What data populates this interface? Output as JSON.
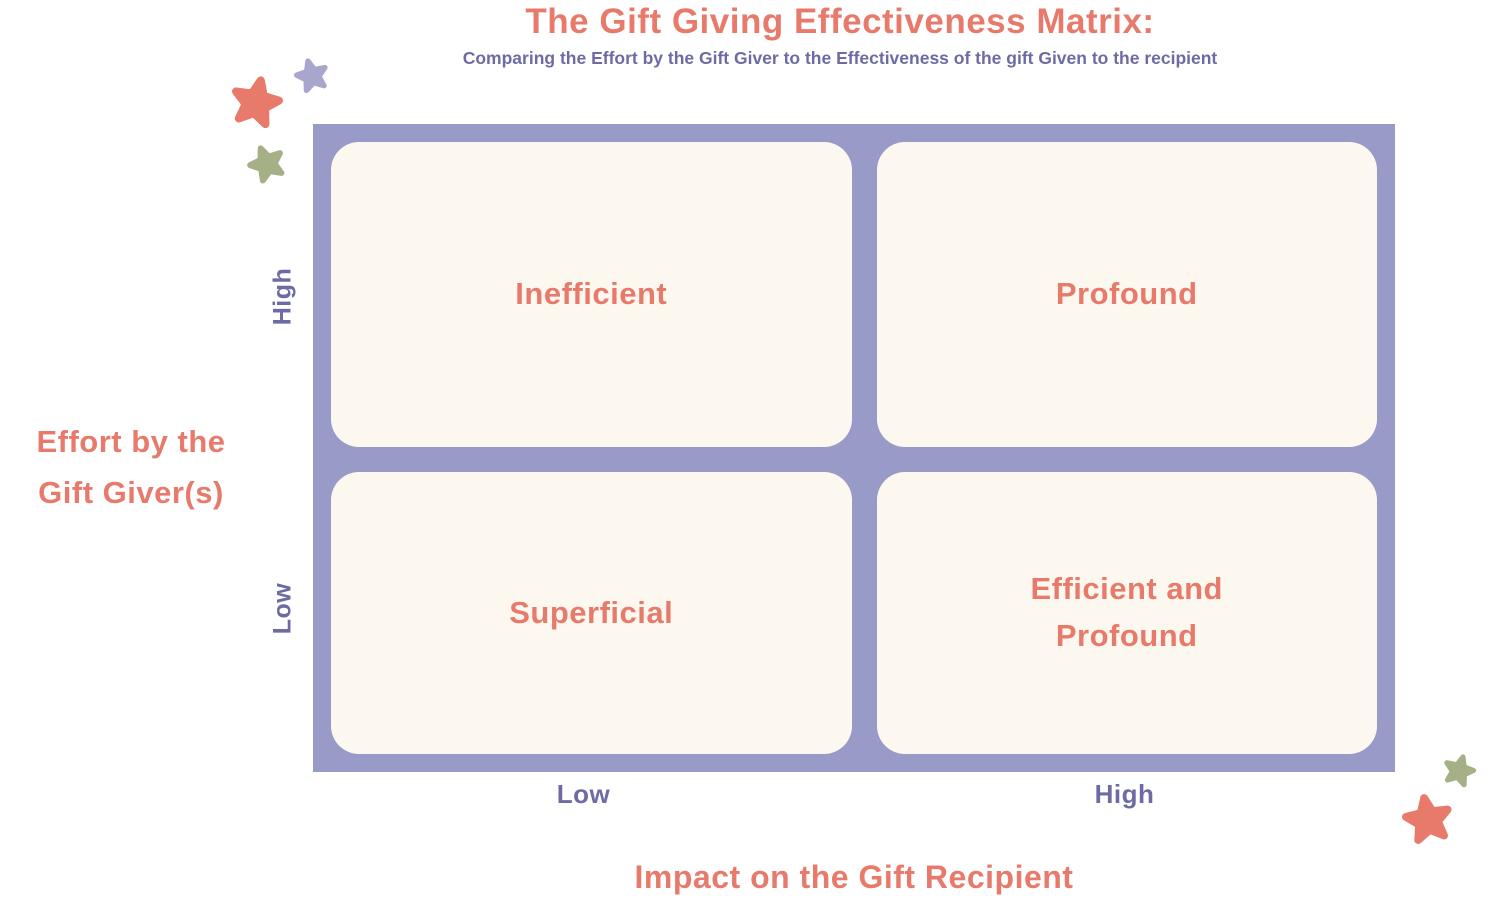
{
  "header": {
    "title": "The Gift Giving Effectiveness Matrix:",
    "subtitle": "Comparing the Effort by the Gift Giver to the Effectiveness of the gift Given to the recipient"
  },
  "matrix": {
    "quadrants": {
      "top_left": "Inefficient",
      "top_right": "Profound",
      "bottom_left": "Superficial",
      "bottom_right": "Efficient and Profound"
    }
  },
  "y_axis": {
    "title_line1": "Effort by the",
    "title_line2": "Gift Giver(s)",
    "high_label": "High",
    "low_label": "Low"
  },
  "x_axis": {
    "title": "Impact on the Gift Recipient",
    "low_label": "Low",
    "high_label": "High"
  },
  "decorations": {
    "stars": [
      {
        "icon": "star-icon",
        "color": "#A9A6CE",
        "area": "top-left"
      },
      {
        "icon": "star-icon",
        "color": "#E87A6B",
        "area": "top-left"
      },
      {
        "icon": "star-icon",
        "color": "#A6B086",
        "area": "top-left"
      },
      {
        "icon": "star-icon",
        "color": "#A6B086",
        "area": "bottom-right"
      },
      {
        "icon": "star-icon",
        "color": "#E87A6B",
        "area": "bottom-right"
      }
    ]
  },
  "colors": {
    "coral": "#E87A6B",
    "frame_purple": "#989AC8",
    "text_purple": "#6E6BA4",
    "cell_cream": "#FDF8EF",
    "star_green": "#A6B086",
    "star_light_purple": "#A9A6CE"
  }
}
